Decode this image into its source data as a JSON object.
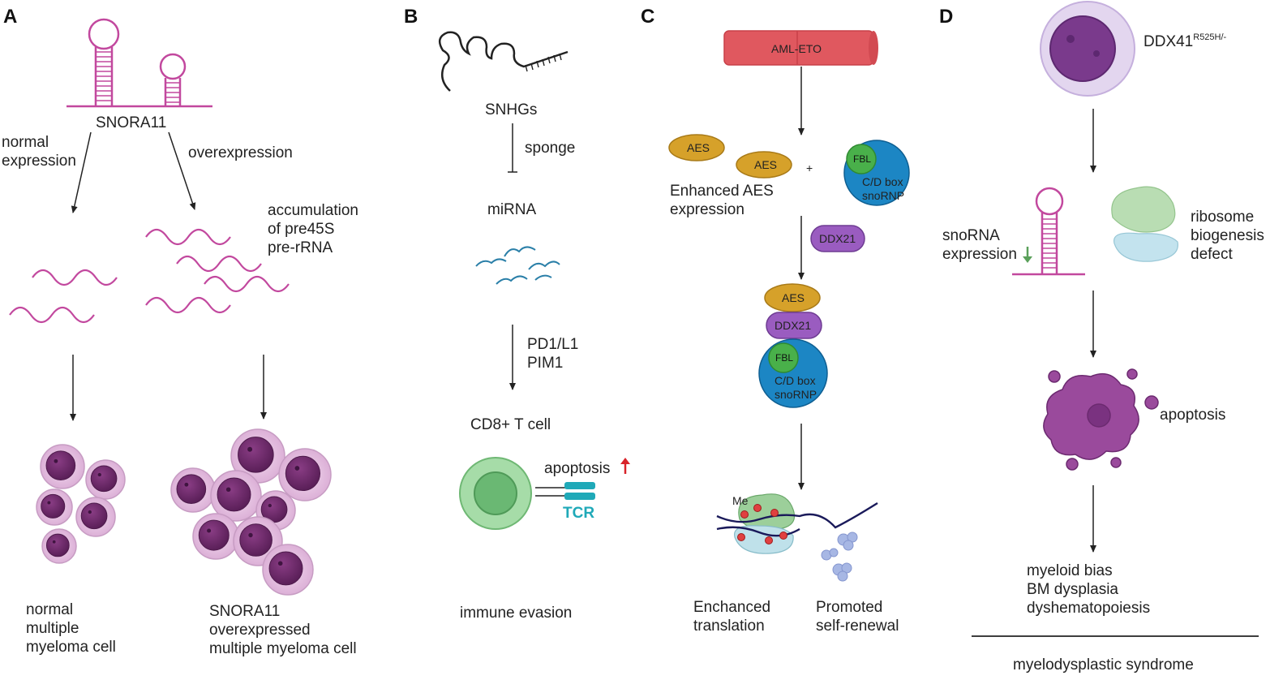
{
  "panels": {
    "a": {
      "letter": "A",
      "snora": "SNORA11",
      "normal_1": "normal",
      "normal_2": "expression",
      "overexpression": "overexpression",
      "accum_1": "accumulation",
      "accum_2": "of pre45S",
      "accum_3": "pre-rRNA",
      "left_res_1": "normal",
      "left_res_2": "multiple",
      "left_res_3": "myeloma cell",
      "right_res_1": "SNORA11",
      "right_res_2": "overexpressed",
      "right_res_3": "multiple myeloma cell"
    },
    "b": {
      "letter": "B",
      "snhgs": "SNHGs",
      "sponge": "sponge",
      "mirna": "miRNA",
      "pd1": "PD1/L1",
      "pim1": "PIM1",
      "cd8": "CD8+ T cell",
      "apoptosis": "apoptosis",
      "tcr": "TCR",
      "evasion": "immune evasion"
    },
    "c": {
      "letter": "C",
      "amleto": "AML-ETO",
      "aes": "AES",
      "plus": "+",
      "enh_1": "Enhanced AES",
      "enh_2": "expression",
      "fbl": "FBL",
      "cd_1": "C/D box",
      "cd_2": "snoRNP",
      "ddx21": "DDX21",
      "me": "Me",
      "trans_1": "Enchanced",
      "trans_2": "translation",
      "self_1": "Promoted",
      "self_2": "self-renewal"
    },
    "d": {
      "letter": "D",
      "ddx41": "DDX41",
      "ddx41_sup": "R525H/-",
      "sno_1": "snoRNA",
      "sno_2": "expression",
      "ribo_1": "ribosome",
      "ribo_2": "biogenesis",
      "ribo_3": "defect",
      "apoptosis": "apoptosis",
      "res_1": "myeloid bias",
      "res_2": "BM dysplasia",
      "res_3": "dyshematopoiesis",
      "mds": "myelodysplastic syndrome"
    }
  },
  "colors": {
    "rna": "#c2489e",
    "cell_cyto": "#e9c8e6",
    "cell_nucleus": "#6e2a6a",
    "aes": "#d6a12a",
    "ddx21": "#9a5cc0",
    "fbl": "#49b04a",
    "snornp": "#1c86c4",
    "amleto": "#e0585f",
    "tcell": "#8ccf91",
    "mirna": "#2a7fa8",
    "tcr": "#1fa9b8",
    "arrow_up": "#d8232a",
    "arrow_down": "#5aa05a"
  }
}
